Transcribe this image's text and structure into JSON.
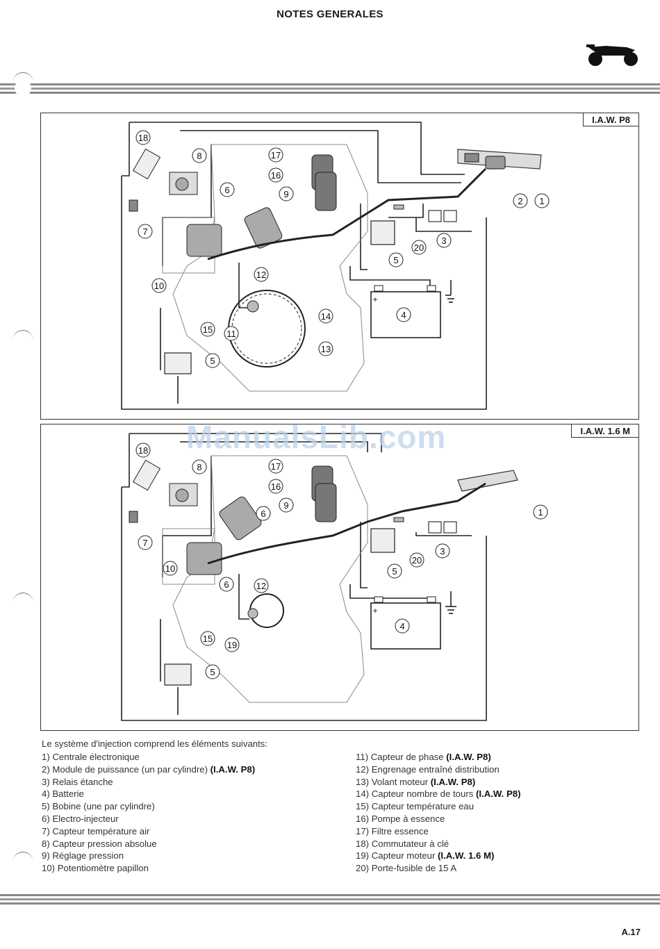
{
  "header": {
    "title": "NOTES GENERALES"
  },
  "icons": {
    "header_icon": "motorcycle-icon"
  },
  "panels": [
    {
      "label": "I.A.W. P8"
    },
    {
      "label": "I.A.W. 1.6 M"
    }
  ],
  "callouts_p8": [
    "1",
    "2",
    "3",
    "4",
    "5",
    "5",
    "6",
    "7",
    "8",
    "9",
    "10",
    "11",
    "12",
    "13",
    "14",
    "15",
    "16",
    "17",
    "18",
    "20"
  ],
  "callouts_16m": [
    "1",
    "3",
    "4",
    "5",
    "5",
    "6",
    "6",
    "7",
    "8",
    "9",
    "10",
    "12",
    "15",
    "16",
    "17",
    "18",
    "19",
    "20"
  ],
  "battery_plus": "+",
  "battery_minus": "–",
  "watermark": "ManualsLib.com",
  "legend": {
    "intro": "Le système d'injection comprend les éléments suivants:",
    "left": [
      {
        "text": "1) Centrale électronique",
        "bold": ""
      },
      {
        "text": "2) Module de puissance (un par cylindre) ",
        "bold": "(I.A.W. P8)"
      },
      {
        "text": "3) Relais étanche",
        "bold": ""
      },
      {
        "text": "4) Batterie",
        "bold": ""
      },
      {
        "text": "5) Bobine (une par cylindre)",
        "bold": ""
      },
      {
        "text": "6) Electro-injecteur",
        "bold": ""
      },
      {
        "text": "7) Capteur température air",
        "bold": ""
      },
      {
        "text": "8) Capteur pression absolue",
        "bold": ""
      },
      {
        "text": "9) Réglage pression",
        "bold": ""
      },
      {
        "text": "10) Potentiomètre papillon",
        "bold": ""
      }
    ],
    "right": [
      {
        "text": "11) Capteur de phase ",
        "bold": "(I.A.W. P8)"
      },
      {
        "text": "12) Engrenage entraîné distribution",
        "bold": ""
      },
      {
        "text": "13) Volant moteur ",
        "bold": "(I.A.W. P8)"
      },
      {
        "text": "14) Capteur nombre de tours ",
        "bold": "(I.A.W. P8)"
      },
      {
        "text": "15) Capteur température eau",
        "bold": ""
      },
      {
        "text": "16) Pompe à essence",
        "bold": ""
      },
      {
        "text": "17) Filtre essence",
        "bold": ""
      },
      {
        "text": "18) Commutateur à clé",
        "bold": ""
      },
      {
        "text": "19) Capteur moteur ",
        "bold": "(I.A.W. 1.6 M)"
      },
      {
        "text": "20) Porte-fusible de 15 A",
        "bold": ""
      }
    ]
  },
  "footer": {
    "page_number": "A.17"
  }
}
